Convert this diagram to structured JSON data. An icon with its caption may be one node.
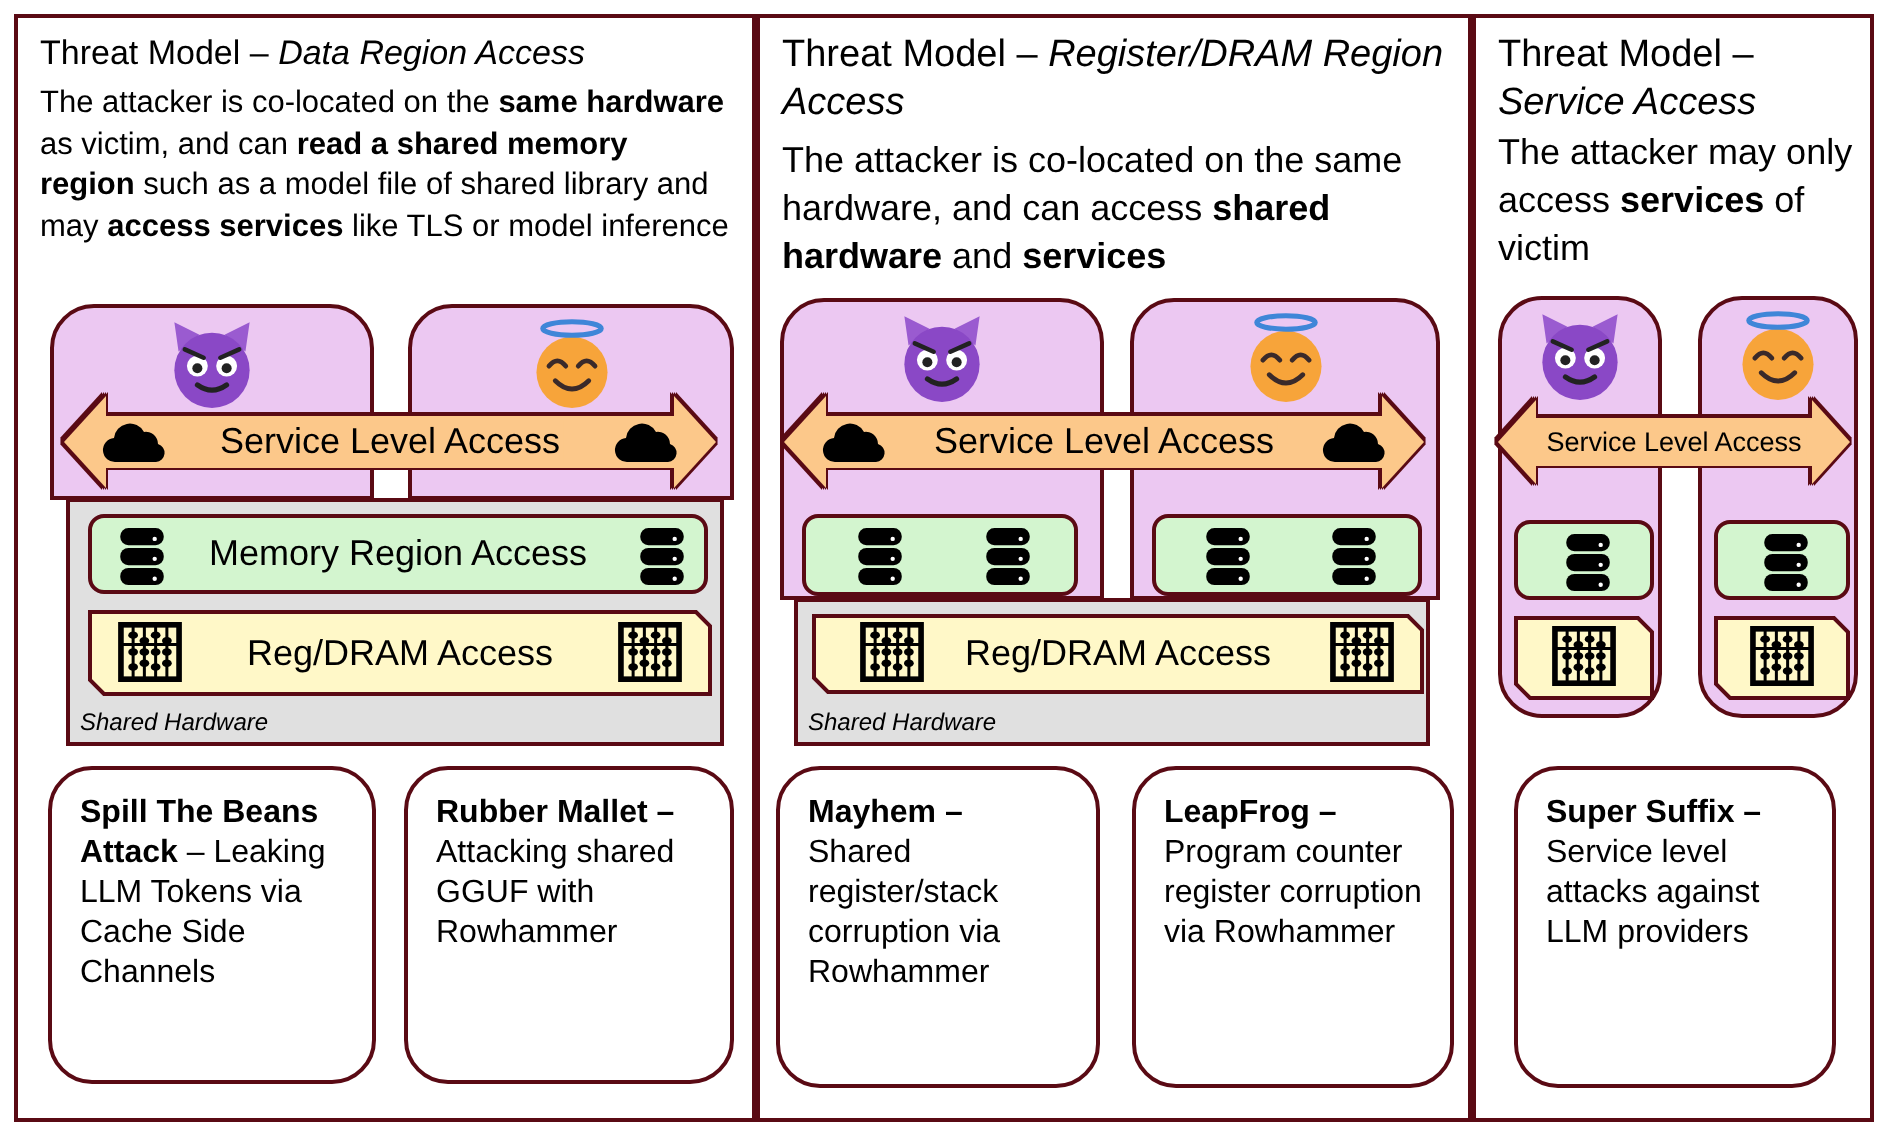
{
  "diagram": {
    "nodes": [
      {
        "text": [
          "Threat Model – *Data Region Access*",
          "The attacker is co-located on the **same hardware** as victim, and can **read a shared memory region** such as a model file of shared library and may **access services** like TLS or model inference"
        ]
      },
      {
        "text": [],
        "shape": "box",
        "in": 0
      },
      {
        "text": [],
        "shape": "box",
        "in": 0
      },
      {
        "text": [
          "Shared Hardware"
        ],
        "in": 0
      },
      {
        "text": [
          "Memory Region Access"
        ],
        "in": 3
      },
      {
        "text": [
          "Reg/DRAM Access"
        ],
        "in": 3
      },
      {
        "text": [
          "**Spill The Beans Attack** – Leaking LLM Tokens via Cache Side Channels"
        ],
        "in": 0
      },
      {
        "text": [
          "**Rubber Mallet –** Attacking shared GGUF with Rowhammer"
        ],
        "in": 0
      },
      {
        "text": [
          "Threat Model – *Register/DRAM Region Access*",
          "The attacker is co-located on the same hardware, and can access **shared hardware** and **services**"
        ]
      },
      {
        "text": [],
        "shape": "box",
        "in": 8
      },
      {
        "text": [],
        "shape": "box",
        "in": 8
      },
      {
        "text": [],
        "shape": "box",
        "in": 9
      },
      {
        "text": [],
        "shape": "box",
        "in": 10
      },
      {
        "text": [
          "Shared Hardware"
        ],
        "in": 8
      },
      {
        "text": [
          "Reg/DRAM Access"
        ],
        "in": 13
      },
      {
        "text": [
          "**Mayhem –** Shared register/stack corruption via Rowhammer"
        ],
        "in": 8
      },
      {
        "text": [
          "**LeapFrog –** Program counter register corruption via Rowhammer"
        ],
        "in": 8
      },
      {
        "text": [
          "Threat Model – *Service Access*",
          "The attacker may only access **services** of victim"
        ]
      },
      {
        "text": [],
        "shape": "box",
        "in": 17
      },
      {
        "text": [],
        "shape": "box",
        "in": 17
      },
      {
        "text": [],
        "shape": "box",
        "in": 18
      },
      {
        "text": [],
        "shape": "box",
        "in": 18
      },
      {
        "text": [],
        "shape": "box",
        "in": 19
      },
      {
        "text": [],
        "shape": "box",
        "in": 19
      },
      {
        "text": [
          "**Super Suffix –** Service level attacks against LLM providers"
        ],
        "in": 17
      }
    ],
    "edges": [
      {
        "from": 1,
        "to": 2,
        "arrow": "both",
        "label": "Service Level Access"
      },
      {
        "from": 9,
        "to": 10,
        "arrow": "both",
        "label": "Service Level Access"
      },
      {
        "from": 18,
        "to": 19,
        "arrow": "both",
        "label": "Service Level Access"
      }
    ]
  }
}
